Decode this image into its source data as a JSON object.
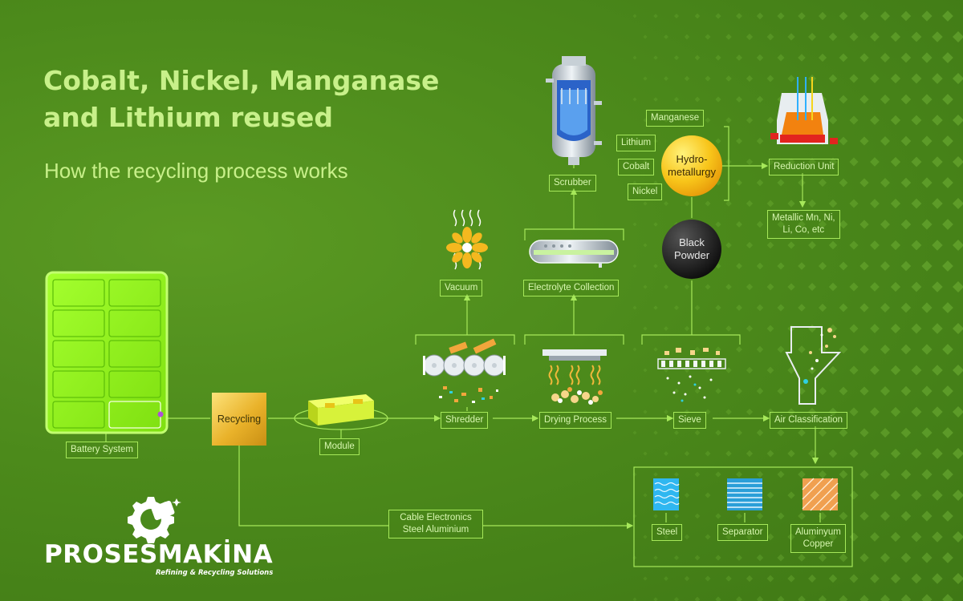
{
  "title_line1": "Cobalt, Nickel, Manganase",
  "title_line2": "and Lithium reused",
  "subtitle": "How the recycling process works",
  "nodes": {
    "battery_system": "Battery System",
    "recycling": "Recycling",
    "module": "Module",
    "shredder": "Shredder",
    "drying_process": "Drying Process",
    "sieve": "Sieve",
    "air_classification": "Air Classification",
    "vacuum": "Vacuum",
    "electrolyte_collection": "Electrolyte Collection",
    "scrubber": "Scrubber",
    "black_powder_1": "Black",
    "black_powder_2": "Powder",
    "hydro_1": "Hydro-",
    "hydro_2": "metallurgy",
    "manganese": "Manganese",
    "lithium": "Lithium",
    "cobalt": "Cobalt",
    "nickel": "Nickel",
    "reduction_unit": "Reduction Unit",
    "metallic_1": "Metallic Mn, Ni,",
    "metallic_2": "Li, Co, etc",
    "cable_1": "Cable Electronics",
    "cable_2": "Steel Aluminium",
    "steel": "Steel",
    "separator": "Separator",
    "aluminyum_1": "Aluminyum",
    "aluminyum_2": "Copper"
  },
  "logo": {
    "name": "PROSESMAKİNA",
    "tagline": "Refining & Recycling Solutions"
  },
  "colors": {
    "background": "#4c8a1b",
    "accent_line": "#a6e85a",
    "title": "#c8f08a",
    "battery": "#8ef01c",
    "recycling_box": "#e9b22a",
    "hydro_circle": "#f5c21c",
    "black_powder": "#1a1a1a",
    "steel_tile": "#2fb7f0",
    "separator_tile": "#2a9fd8",
    "aluminyum_tile": "#f0a050"
  }
}
